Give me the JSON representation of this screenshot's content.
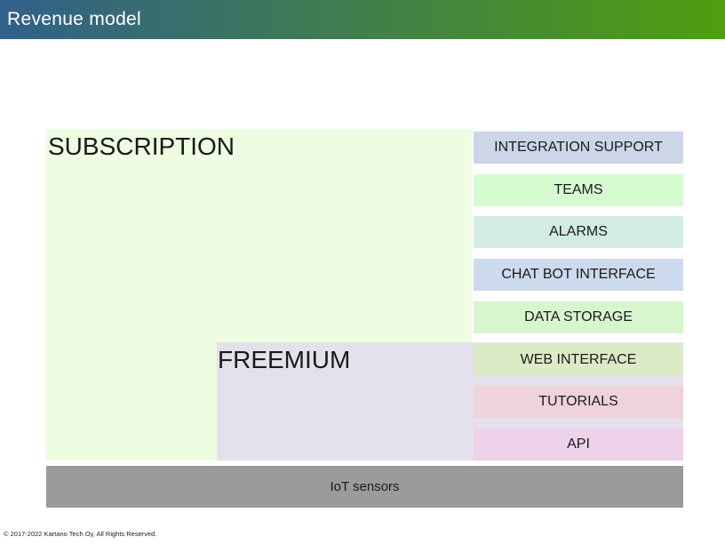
{
  "header": {
    "title": "Revenue model",
    "gradient_left": "#31608a",
    "gradient_right": "#4f9e0e"
  },
  "diagram": {
    "subscription": {
      "label": "SUBSCRIPTION",
      "bg": "#eefce2"
    },
    "freemium": {
      "label": "FREEMIUM",
      "bg": "#e5e1ec"
    },
    "features": [
      {
        "label": "INTEGRATION SUPPORT",
        "bg": "#ccd6e8"
      },
      {
        "label": "TEAMS",
        "bg": "#d6fbd0"
      },
      {
        "label": "ALARMS",
        "bg": "#d2ebe4"
      },
      {
        "label": "CHAT BOT INTERFACE",
        "bg": "#cdd9ec"
      },
      {
        "label": "DATA STORAGE",
        "bg": "#d7f6ce"
      },
      {
        "label": "WEB INTERFACE",
        "bg": "#dcebc6"
      },
      {
        "label": "TUTORIALS",
        "bg": "#efd3da"
      },
      {
        "label": "API",
        "bg": "#edd2e9"
      }
    ],
    "base": {
      "label": "IoT sensors",
      "bg": "#9b9b9b"
    }
  },
  "footer": {
    "copyright": "© 2017-2022 Kartano Tech Oy, All Rights Reserved."
  }
}
